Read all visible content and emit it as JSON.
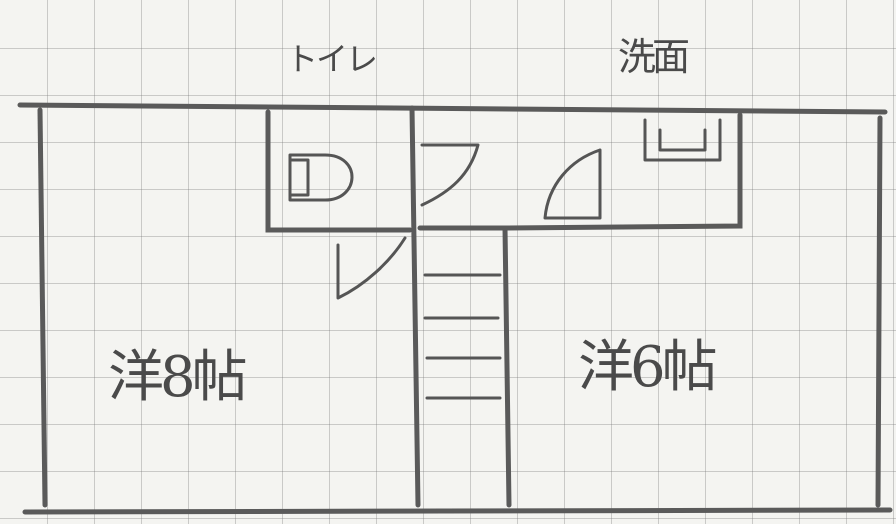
{
  "labels": {
    "toilet": "トイレ",
    "washroom": "洗面",
    "room_left": "洋8帖",
    "room_right": "洋6帖"
  },
  "colors": {
    "ink": "#555555",
    "paper": "#f4f4f1",
    "grid": "#9a9a9a"
  }
}
